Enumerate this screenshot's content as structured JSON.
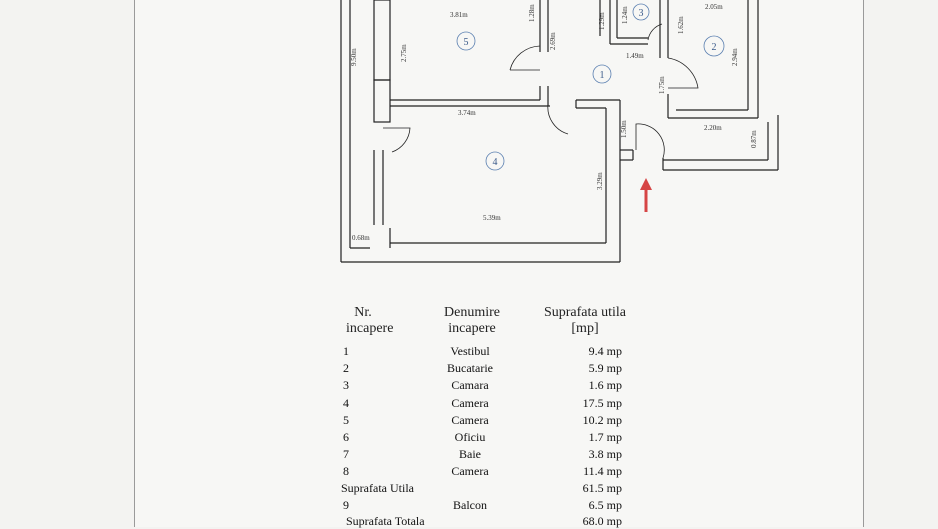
{
  "plan": {
    "dimensions": {
      "r5_width": "3.81m",
      "r5_height": "2.75m",
      "r5_door": "1.28m",
      "r5_side": "2.69m",
      "outer_height": "9.50m",
      "r4_top": "3.74m",
      "r4_bottom": "5.39m",
      "r4_right": "3.29m",
      "corridor": "1.50m",
      "r3_a": "1.29m",
      "r3_b": "1.24m",
      "r3_c": "1.62m",
      "r3_width": "1.49m",
      "r2_top": "2.05m",
      "r2_side": "2.94m",
      "r1_side": "1.75m",
      "r1_bottom": "2.20m",
      "entry_side": "0.87m",
      "bottom_left": "0.68m"
    },
    "room_numbers": [
      "1",
      "2",
      "3",
      "4",
      "5"
    ],
    "entrance_arrow_color": "#d64545"
  },
  "table": {
    "headers": {
      "nr": [
        "Nr.",
        "incapere"
      ],
      "name": [
        "Denumire",
        "incapere"
      ],
      "area": [
        "Suprafata utila",
        "[mp]"
      ]
    },
    "rows": [
      {
        "nr": "1",
        "name": "Vestibul",
        "area": "9.4 mp"
      },
      {
        "nr": "2",
        "name": "Bucatarie",
        "area": "5.9 mp"
      },
      {
        "nr": "3",
        "name": "Camara",
        "area": "1.6 mp"
      },
      {
        "nr": "4",
        "name": "Camera",
        "area": "17.5 mp"
      },
      {
        "nr": "5",
        "name": "Camera",
        "area": "10.2 mp"
      },
      {
        "nr": "6",
        "name": "Oficiu",
        "area": "1.7 mp"
      },
      {
        "nr": "7",
        "name": "Baie",
        "area": "3.8 mp"
      },
      {
        "nr": "8",
        "name": "Camera",
        "area": "11.4 mp"
      }
    ],
    "utila": {
      "label": "Suprafata Utila",
      "area": "61.5 mp"
    },
    "balcon": {
      "nr": "9",
      "name": "Balcon",
      "area": "6.5 mp"
    },
    "totala": {
      "label": "Suprafata Totala",
      "area": "68.0 mp"
    }
  }
}
